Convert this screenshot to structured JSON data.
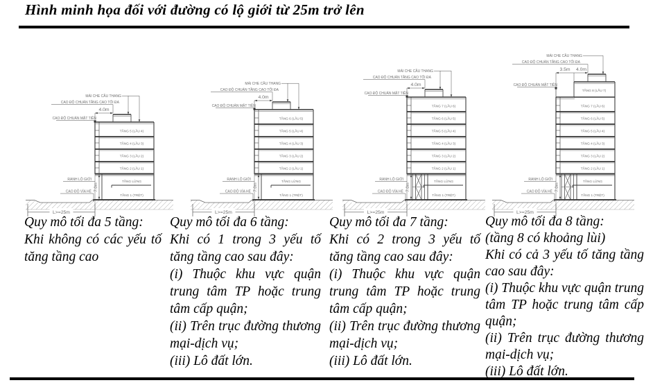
{
  "page": {
    "title": "Hình minh họa đối với đường có lộ giới từ 25m trở lên"
  },
  "colors": {
    "line": "#4a4a4a",
    "slab": "#333333",
    "label": "#6f6f6f",
    "dim": "#444444",
    "hatch": "#999999",
    "text": "#000000"
  },
  "diagram_labels": {
    "roof_cover": "MÁI CHE CẦU THANG",
    "max_height_datum": "CAO ĐỘ CHUẨN TẦNG CAO TỐI ĐA",
    "facade_datum": "CAO ĐỘ CHUẨN MẶT TIỀN",
    "row_boundary": "RANH LỘ GIỚI",
    "sidewalk_datum": "CAO ĐỘ VỈA HÈ",
    "facade_height": "7.0m",
    "roof_setback": "4.0m",
    "top_floor_setback": "3.5m",
    "road_width": "L>=25m",
    "mezzanine": "TẦNG LỬNG",
    "ground_floor": "TẦNG 1 (TRỆT)"
  },
  "diagrams": [
    {
      "name": "max-5-floors",
      "upper_floors": [
        "TẦNG 5 (LẦU 4)",
        "TẦNG 4 (LẦU 3)",
        "TẦNG 3 (LẦU 2)",
        "TẦNG 2 (LẦU 1)"
      ],
      "setback_floor": null,
      "braced_columns": false,
      "caption": [
        "Quy mô tối đa 5 tầng:",
        "Khi không có các yếu tố tăng tầng cao"
      ]
    },
    {
      "name": "max-6-floors",
      "upper_floors": [
        "TẦNG 6 (LẦU 5)",
        "TẦNG 5 (LẦU 4)",
        "TẦNG 4 (LẦU 3)",
        "TẦNG 3 (LẦU 2)",
        "TẦNG 2 (LẦU 1)"
      ],
      "setback_floor": null,
      "braced_columns": false,
      "caption": [
        "Quy mô tối đa 6 tầng:",
        "Khi có 1 trong 3 yếu tố tăng tầng cao sau đây:",
        "(i) Thuộc khu vực quận trung tâm TP hoặc trung tâm cấp quận;",
        "(ii) Trên trục đường thương mại-dịch vụ;",
        "(iii) Lô đất lớn."
      ]
    },
    {
      "name": "max-7-floors",
      "upper_floors": [
        "TẦNG 7 (LẦU 6)",
        "TẦNG 6 (LẦU 5)",
        "TẦNG 5 (LẦU 4)",
        "TẦNG 4 (LẦU 3)",
        "TẦNG 3 (LẦU 2)",
        "TẦNG 2 (LẦU 1)"
      ],
      "setback_floor": null,
      "braced_columns": true,
      "caption": [
        "Quy mô tối đa 7 tầng:",
        "Khi có 2 trong 3 yếu tố tăng tầng cao sau đây:",
        "(i) Thuộc khu vực quận trung tâm TP hoặc trung tâm cấp quận;",
        "(ii) Trên trục đường thương mại-dịch vụ;",
        "(iii) Lô đất lớn."
      ]
    },
    {
      "name": "max-8-floors",
      "upper_floors": [
        "TẦNG 7 (LẦU 6)",
        "TẦNG 6 (LẦU 5)",
        "TẦNG 5 (LẦU 4)",
        "TẦNG 4 (LẦU 3)",
        "TẦNG 3 (LẦU 2)",
        "TẦNG 2 (LẦU 1)"
      ],
      "setback_floor": "TẦNG 8 (LẦU 7)",
      "braced_columns": true,
      "caption": [
        "Quy mô tối đa 8 tầng:",
        "(tầng 8 có khoảng lùi)",
        "Khi có cả 3 yếu tố tăng tầng cao sau đây:",
        "(i) Thuộc khu vực quận trung tâm TP hoặc trung tâm cấp quận;",
        "(ii) Trên trục đường thương mại-dịch vụ;",
        "(iii) Lô đất lớn."
      ]
    }
  ]
}
